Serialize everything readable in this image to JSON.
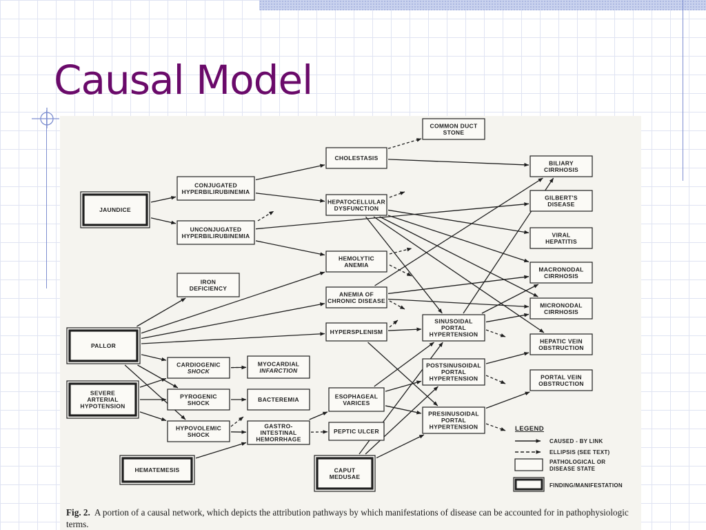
{
  "slide": {
    "title": "Causal Model"
  },
  "figure": {
    "caption_label": "Fig. 2.",
    "caption_text": "A portion of a causal network, which depicts the attribution pathways by which manifestations of disease can be accounted for in pathophysiologic terms."
  },
  "nodes": [
    {
      "id": "jaundice",
      "kind": "finding",
      "lines": [
        "JAUNDICE"
      ]
    },
    {
      "id": "pallor",
      "kind": "finding",
      "lines": [
        "PALLOR"
      ]
    },
    {
      "id": "severe_hypo",
      "kind": "finding",
      "lines": [
        "SEVERE",
        "ARTERIAL",
        "HYPOTENSION"
      ]
    },
    {
      "id": "hematemesis",
      "kind": "finding",
      "lines": [
        "HEMATEMESIS"
      ]
    },
    {
      "id": "caput",
      "kind": "finding",
      "lines": [
        "CAPUT",
        "MEDUSAE"
      ]
    },
    {
      "id": "conj",
      "kind": "state",
      "lines": [
        "CONJUGATED",
        "HYPERBILIRUBINEMIA"
      ]
    },
    {
      "id": "unconj",
      "kind": "state",
      "lines": [
        "UNCONJUGATED",
        "HYPERBILIRUBINEMIA"
      ]
    },
    {
      "id": "iron",
      "kind": "state",
      "lines": [
        "IRON",
        "DEFICIENCY"
      ]
    },
    {
      "id": "cardio",
      "kind": "state",
      "lines": [
        "CARDIOGENIC",
        "SHOCK"
      ],
      "italic": [
        1
      ]
    },
    {
      "id": "pyro",
      "kind": "state",
      "lines": [
        "PYROGENIC",
        "SHOCK"
      ]
    },
    {
      "id": "hypovol",
      "kind": "state",
      "lines": [
        "HYPOVOLEMIC",
        "SHOCK"
      ]
    },
    {
      "id": "myo",
      "kind": "state",
      "lines": [
        "MYOCARDIAL",
        "INFARCTION"
      ],
      "italic": [
        1
      ]
    },
    {
      "id": "bact",
      "kind": "state",
      "lines": [
        "BACTEREMIA"
      ]
    },
    {
      "id": "gi",
      "kind": "state",
      "lines": [
        "GASTRO-",
        "INTESTINAL",
        "HEMORRHAGE"
      ]
    },
    {
      "id": "chole",
      "kind": "state",
      "lines": [
        "CHOLESTASIS"
      ]
    },
    {
      "id": "hepato",
      "kind": "state",
      "lines": [
        "HEPATOCELLULAR",
        "DYSFUNCTION"
      ]
    },
    {
      "id": "hemo",
      "kind": "state",
      "lines": [
        "HEMOLYTIC",
        "ANEMIA"
      ]
    },
    {
      "id": "anemia_cd",
      "kind": "state",
      "lines": [
        "ANEMIA OF",
        "CHRONIC DISEASE"
      ]
    },
    {
      "id": "hypersp",
      "kind": "state",
      "lines": [
        "HYPERSPLENISM"
      ]
    },
    {
      "id": "esoph",
      "kind": "state",
      "lines": [
        "ESOPHAGEAL",
        "VARICES"
      ]
    },
    {
      "id": "peptic",
      "kind": "state",
      "lines": [
        "PEPTIC ULCER"
      ]
    },
    {
      "id": "cds",
      "kind": "state",
      "lines": [
        "COMMON DUCT",
        "STONE"
      ]
    },
    {
      "id": "sinus",
      "kind": "state",
      "lines": [
        "SINUSOIDAL",
        "PORTAL",
        "HYPERTENSION"
      ]
    },
    {
      "id": "postsin",
      "kind": "state",
      "lines": [
        "POSTSINUSOIDAL",
        "PORTAL",
        "HYPERTENSION"
      ]
    },
    {
      "id": "presin",
      "kind": "state",
      "lines": [
        "PRESINUSOIDAL",
        "PORTAL",
        "HYPERTENSION"
      ]
    },
    {
      "id": "biliary",
      "kind": "state",
      "lines": [
        "BILIARY",
        "CIRRHOSIS"
      ]
    },
    {
      "id": "gilbert",
      "kind": "state",
      "lines": [
        "GILBERT'S",
        "DISEASE"
      ]
    },
    {
      "id": "viral",
      "kind": "state",
      "lines": [
        "VIRAL",
        "HEPATITIS"
      ]
    },
    {
      "id": "macro",
      "kind": "state",
      "lines": [
        "MACRONODAL",
        "CIRRHOSIS"
      ]
    },
    {
      "id": "micro",
      "kind": "state",
      "lines": [
        "MICRONODAL",
        "CIRRHOSIS"
      ]
    },
    {
      "id": "hepvein",
      "kind": "state",
      "lines": [
        "HEPATIC VEIN",
        "OBSTRUCTION"
      ]
    },
    {
      "id": "portvein",
      "kind": "state",
      "lines": [
        "PORTAL VEIN",
        "OBSTRUCTION"
      ]
    }
  ],
  "edges": [
    {
      "from": "jaundice",
      "to": "conj"
    },
    {
      "from": "jaundice",
      "to": "unconj"
    },
    {
      "from": "conj",
      "to": "chole"
    },
    {
      "from": "conj",
      "to": "hepato"
    },
    {
      "from": "unconj",
      "to": "hemo"
    },
    {
      "from": "unconj",
      "to": "gilbert"
    },
    {
      "from": "chole",
      "to": "biliary"
    },
    {
      "from": "hepato",
      "to": "viral"
    },
    {
      "from": "hepato",
      "to": "macro"
    },
    {
      "from": "hepato",
      "to": "micro"
    },
    {
      "from": "hepato",
      "to": "hepvein"
    },
    {
      "from": "hepato",
      "to": "sinus"
    },
    {
      "from": "anemia_cd",
      "to": "macro"
    },
    {
      "from": "anemia_cd",
      "to": "micro"
    },
    {
      "from": "anemia_cd",
      "to": "biliary"
    },
    {
      "from": "pallor",
      "to": "iron"
    },
    {
      "from": "pallor",
      "to": "hemo"
    },
    {
      "from": "pallor",
      "to": "anemia_cd"
    },
    {
      "from": "pallor",
      "to": "hypersp"
    },
    {
      "from": "pallor",
      "to": "cardio"
    },
    {
      "from": "pallor",
      "to": "pyro"
    },
    {
      "from": "pallor",
      "to": "hypovol"
    },
    {
      "from": "severe_hypo",
      "to": "cardio"
    },
    {
      "from": "severe_hypo",
      "to": "pyro"
    },
    {
      "from": "severe_hypo",
      "to": "hypovol"
    },
    {
      "from": "cardio",
      "to": "myo"
    },
    {
      "from": "pyro",
      "to": "bact"
    },
    {
      "from": "hypovol",
      "to": "gi"
    },
    {
      "from": "hematemesis",
      "to": "gi"
    },
    {
      "from": "gi",
      "to": "esoph"
    },
    {
      "from": "esoph",
      "to": "sinus"
    },
    {
      "from": "esoph",
      "to": "postsin"
    },
    {
      "from": "esoph",
      "to": "presin"
    },
    {
      "from": "caput",
      "to": "sinus"
    },
    {
      "from": "caput",
      "to": "postsin"
    },
    {
      "from": "caput",
      "to": "presin"
    },
    {
      "from": "hypersp",
      "to": "sinus"
    },
    {
      "from": "hypersp",
      "to": "presin"
    },
    {
      "from": "sinus",
      "to": "biliary"
    },
    {
      "from": "sinus",
      "to": "macro"
    },
    {
      "from": "sinus",
      "to": "micro"
    },
    {
      "from": "postsin",
      "to": "hepvein"
    },
    {
      "from": "presin",
      "to": "portvein"
    }
  ],
  "ellipses": [
    {
      "from": "chole",
      "to": "cds"
    },
    {
      "from": "unconj",
      "dir": "up"
    },
    {
      "from": "hepato",
      "dir": "up"
    },
    {
      "from": "hemo",
      "dir": "up"
    },
    {
      "from": "hemo",
      "dir": "down"
    },
    {
      "from": "anemia_cd",
      "dir": "down"
    },
    {
      "from": "hypersp",
      "dir": "up"
    },
    {
      "from": "cardio",
      "to": "myo",
      "dir": "up"
    },
    {
      "from": "hypovol",
      "dir": "up"
    },
    {
      "from": "gi",
      "to": "peptic"
    },
    {
      "from": "sinus",
      "dir": "down"
    },
    {
      "from": "postsin",
      "dir": "down"
    },
    {
      "from": "presin",
      "dir": "down"
    }
  ],
  "legend": {
    "title": "LEGEND",
    "items": [
      {
        "type": "solid-arrow",
        "label": "CAUSED - BY LINK"
      },
      {
        "type": "dashed-arrow",
        "label": "ELLIPSIS (SEE TEXT)"
      },
      {
        "type": "thin-box",
        "label": "PATHOLOGICAL OR",
        "label2": "DISEASE STATE"
      },
      {
        "type": "thick-box",
        "label": "FINDING/MANIFESTATION"
      }
    ]
  }
}
